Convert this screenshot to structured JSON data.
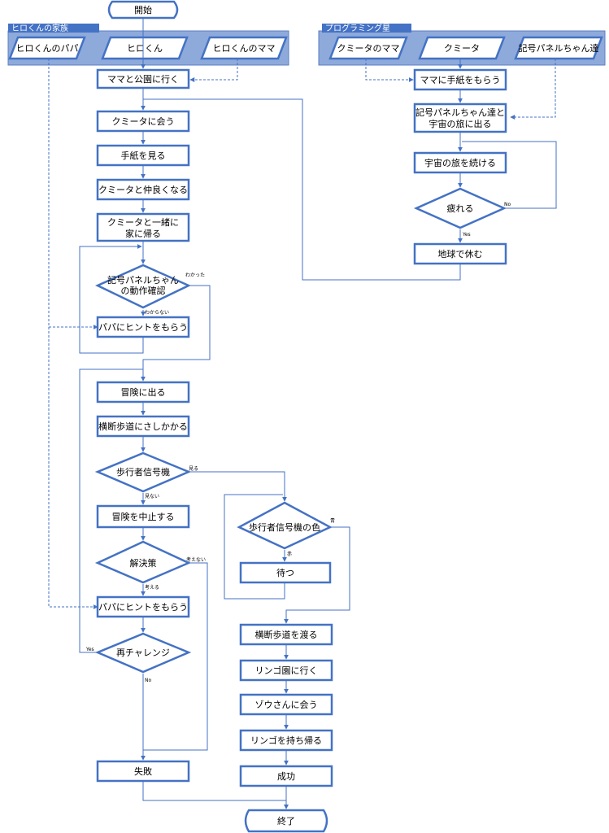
{
  "lanes": {
    "family": "ヒロくんの家族",
    "planet": "プログラミング星"
  },
  "actors": {
    "papa": "ヒロくんのパパ",
    "hiro": "ヒロくん",
    "mama": "ヒロくんのママ",
    "kumita_mama": "クミータのママ",
    "kumita": "クミータ",
    "panel": "記号パネルちゃん達"
  },
  "nodes": {
    "start": "開始",
    "go_park": "ママと公園に行く",
    "meet_kumita": "クミータに会う",
    "see_letter": "手紙を見る",
    "become_friends": "クミータと仲良くなる",
    "go_home_1": "クミータと一緒に",
    "go_home_2": "家に帰る",
    "check_1": "記号パネルちゃん",
    "check_2": "の動作確認",
    "hint_1": "パパにヒントをもらう",
    "adventure": "冒険に出る",
    "crosswalk": "横断歩道にさしかかる",
    "signal": "歩行者信号機",
    "stop_adventure": "冒険を中止する",
    "solution": "解決策",
    "hint_2": "パパにヒントをもらう",
    "retry": "再チャレンジ",
    "fail": "失敗",
    "signal_color": "歩行者信号機の色",
    "wait": "待つ",
    "cross": "横断歩道を渡る",
    "apple_garden": "リンゴ園に行く",
    "meet_elephant": "ゾウさんに会う",
    "bring_apple": "リンゴを持ち帰る",
    "success": "成功",
    "end": "終了",
    "get_letter": "ママに手紙をもらう",
    "leave_1": "記号パネルちゃん達と",
    "leave_2": "宇宙の旅に出る",
    "continue": "宇宙の旅を続ける",
    "tired": "疲れる",
    "rest": "地球で休む"
  },
  "labels": {
    "understood": "わかった",
    "not_understood": "わからない",
    "look": "見る",
    "not_look": "見ない",
    "think": "考える",
    "not_think": "考えない",
    "yes_retry": "Yes",
    "no_retry": "No",
    "blue": "青",
    "red": "赤",
    "no_tired": "No",
    "yes_tired": "Yes"
  }
}
